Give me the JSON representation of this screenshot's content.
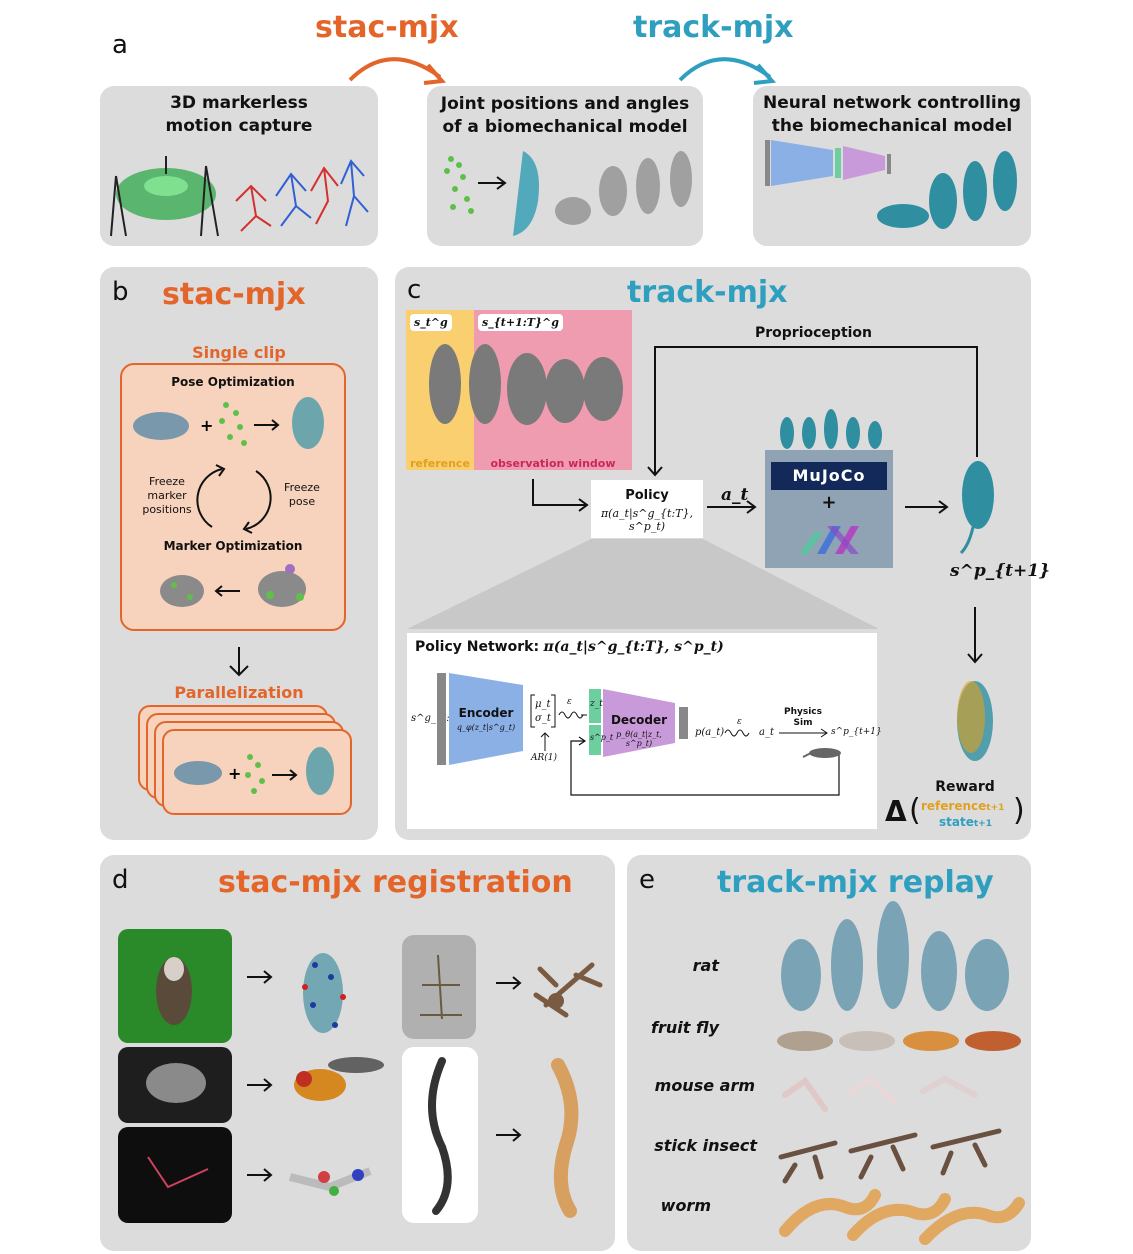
{
  "top": {
    "panel_letter": "a",
    "stac_label": "stac-mjx",
    "track_label": "track-mjx",
    "box1_title_line1": "3D markerless",
    "box1_title_line2": "motion capture",
    "box2_title_line1": "Joint positions and angles",
    "box2_title_line2": "of a biomechanical model",
    "box3_title_line1": "Neural network controlling",
    "box3_title_line2": "the biomechanical model"
  },
  "panel_b": {
    "letter": "b",
    "title": "stac-mjx",
    "single_clip": "Single clip",
    "pose_opt": "Pose Optimization",
    "freeze_marker_1": "Freeze",
    "freeze_marker_2": "marker",
    "freeze_marker_3": "positions",
    "freeze_pose_1": "Freeze",
    "freeze_pose_2": "pose",
    "marker_opt": "Marker Optimization",
    "parallelization": "Parallelization"
  },
  "panel_c": {
    "letter": "c",
    "title": "track-mjx",
    "proprioception": "Proprioception",
    "reference": "reference",
    "observation_window": "observation window",
    "ref_chip": "s_t^g",
    "obs_chip": "s_{t+1:T}^g",
    "policy": "Policy",
    "policy_eq": "π(a_t|s^g_{t:T}, s^p_t)",
    "action": "a_t",
    "mujoco": "MuJoCo",
    "plus": "+",
    "next_state": "s^p_{t+1}",
    "policy_network_label": "Policy Network:",
    "policy_network_eq": "π(a_t|s^g_{t:T}, s^p_t)",
    "input_label": "s^g_{t:T}",
    "encoder": "Encoder",
    "encoder_eq": "q_φ(z_t|s^g_t)",
    "mu": "μ_t",
    "sigma": "σ_t",
    "epsilon": "ε",
    "ar": "AR(1)",
    "z": "z_t",
    "sp": "s^p_t",
    "decoder": "Decoder",
    "decoder_eq": "p_θ(a_t|z_t, s^p_t)",
    "pa": "p(a_t)",
    "epsilon2": "ε",
    "at2": "a_t",
    "physics_sim_1": "Physics",
    "physics_sim_2": "Sim",
    "sp_next": "s^p_{t+1}",
    "reward": "Reward",
    "delta": "Δ",
    "reference_t1": "reference",
    "reference_sub": "t+1",
    "state_t1": "state",
    "state_sub": "t+1"
  },
  "panel_d": {
    "letter": "d",
    "title": "stac-mjx registration"
  },
  "panel_e": {
    "letter": "e",
    "title": "track-mjx replay",
    "rows": [
      "rat",
      "fruit fly",
      "mouse arm",
      "stick insect",
      "worm"
    ]
  },
  "colors": {
    "orange": "#e4652a",
    "teal": "#2f9fbf",
    "panel_bg": "#dcdcdc",
    "salmon": "#f7d2bd",
    "reference_yellow": "#f9cf6f",
    "observation_pink": "#ef9bb0",
    "encoder_blue": "#8bb0e6",
    "decoder_purple": "#c99ad9",
    "latent_green": "#6dcf9e"
  }
}
